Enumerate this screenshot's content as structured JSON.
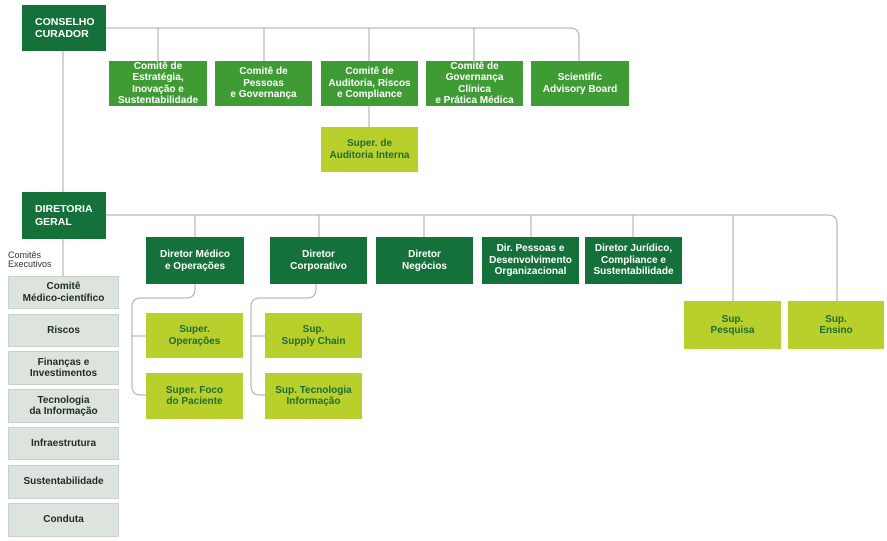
{
  "top": {
    "conselho": "CONSELHO\nCURADOR",
    "comites": [
      "Comitê de Estratégia,\nInovação e\nSustentabilidade",
      "Comitê de Pessoas\ne Governança",
      "Comitê de\nAuditoria, Riscos\ne Compliance",
      "Comitê de\nGovernança Clínica\ne Prática Médica",
      "Scientific\nAdvisory Board"
    ],
    "auditoria": "Super. de\nAuditoria Interna"
  },
  "diretoria": {
    "title": "DIRETORIA\nGERAL",
    "comites_label": "Comitês\nExecutivos",
    "comites_executivos": [
      "Comitê\nMédico-científico",
      "Riscos",
      "Finanças e\nInvestimentos",
      "Tecnologia\nda Informação",
      "Infraestrutura",
      "Sustentabilidade",
      "Conduta"
    ],
    "diretores": [
      "Diretor Médico\ne Operações",
      "Diretor\nCorporativo",
      "Diretor\nNegócios",
      "Dir. Pessoas e\nDesenvolvimento\nOrganizacional",
      "Diretor Jurídico,\nCompliance e\nSustentabilidade"
    ],
    "sub_medico": [
      "Super.\nOperações",
      "Super. Foco\ndo Paciente"
    ],
    "sub_corporativo": [
      "Sup.\nSupply Chain",
      "Sup. Tecnologia\nInformação"
    ],
    "sup_direta": [
      "Sup.\nPesquisa",
      "Sup.\nEnsino"
    ]
  },
  "colors": {
    "dark": "#14713a",
    "mid": "#3f9c35",
    "lime": "#b9cf2c",
    "gray": "#dde4de",
    "line": "#a9a9a9"
  }
}
